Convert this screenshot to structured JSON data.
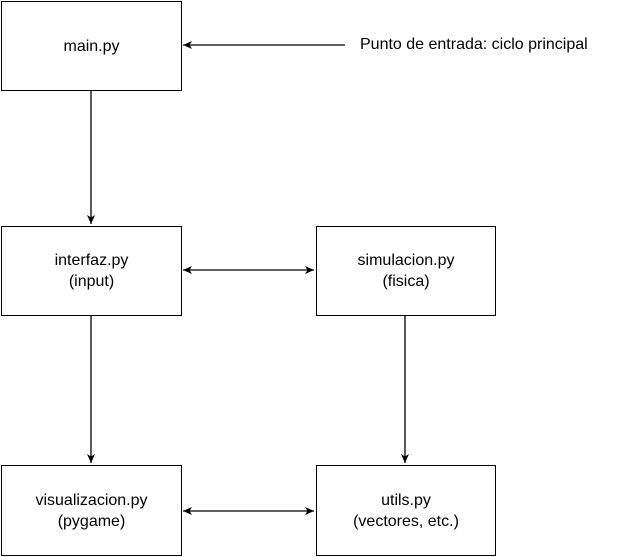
{
  "nodes": {
    "main": {
      "line1": "main.py"
    },
    "interfaz": {
      "line1": "interfaz.py",
      "line2": "(input)"
    },
    "simulacion": {
      "line1": "simulacion.py",
      "line2": "(fisica)"
    },
    "visualizacion": {
      "line1": "visualizacion.py",
      "line2": "(pygame)"
    },
    "utils": {
      "line1": "utils.py",
      "line2": "(vectores, etc.)"
    }
  },
  "annotation": {
    "entry_point": "Punto de entrada: ciclo principal"
  },
  "colors": {
    "stroke": "#000000",
    "background": "#ffffff"
  }
}
